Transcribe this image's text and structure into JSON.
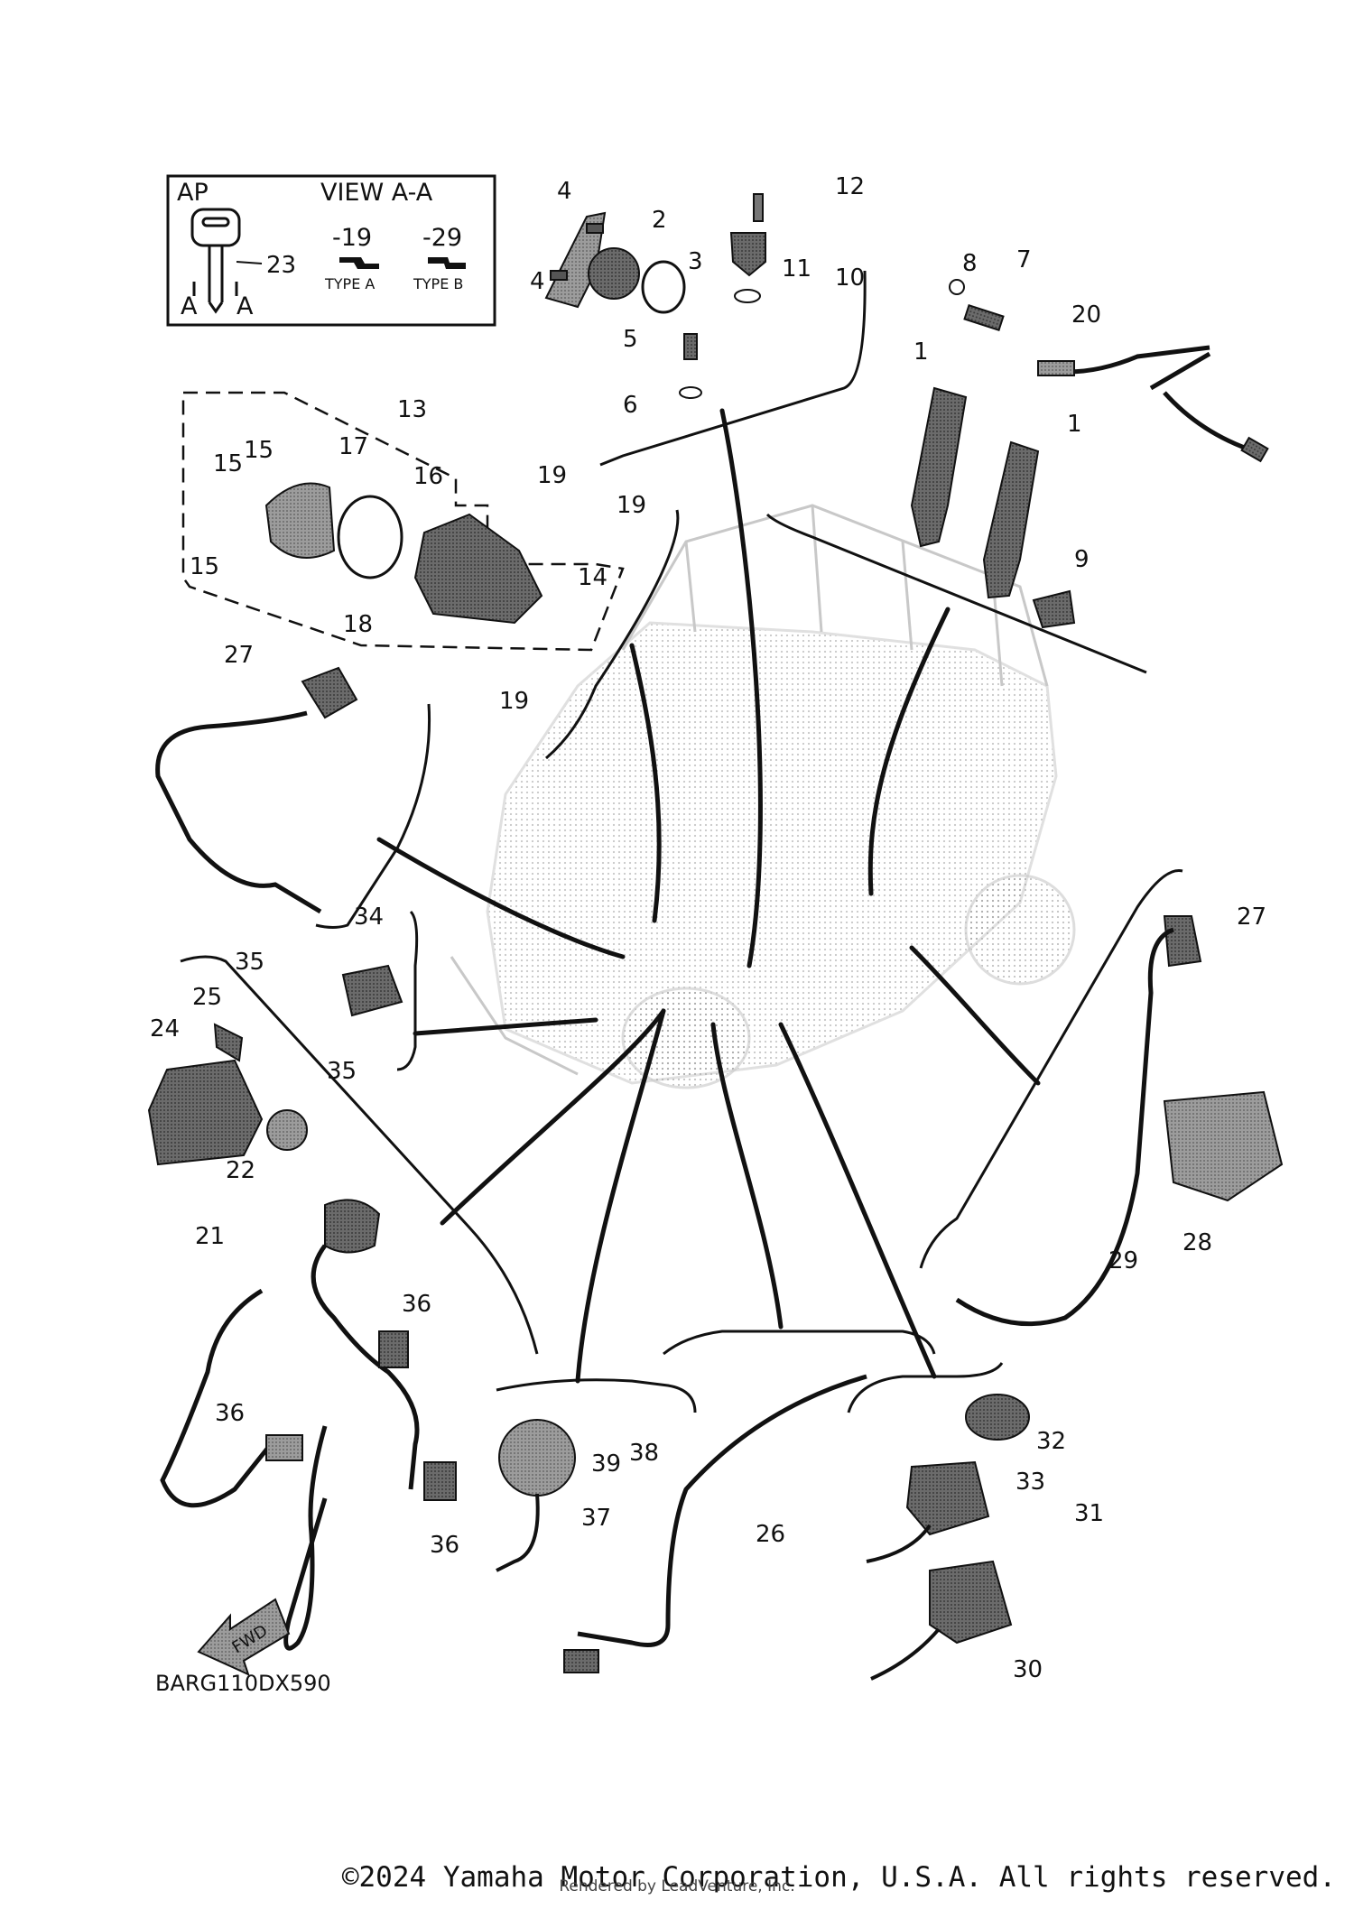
{
  "inset": {
    "ap": "AP",
    "view": "VIEW A-A",
    "key_part": "23",
    "section_letter": "A",
    "type_a_num": "-19",
    "type_b_num": "-29",
    "type_a": "TYPE A",
    "type_b": "TYPE B"
  },
  "callouts": [
    "1",
    "2",
    "3",
    "4",
    "5",
    "6",
    "7",
    "8",
    "9",
    "10",
    "11",
    "12",
    "13",
    "14",
    "15",
    "16",
    "17",
    "18",
    "19",
    "20",
    "21",
    "22",
    "23",
    "24",
    "25",
    "26",
    "27",
    "28",
    "29",
    "30",
    "31",
    "32",
    "33",
    "34",
    "35",
    "36",
    "37",
    "38",
    "39"
  ],
  "arrow_label": "FWD",
  "diagram_code": "BARG110DX590",
  "copyright": "©2024 Yamaha Motor Corporation, U.S.A. All rights reserved.",
  "rendered_by": "Rendered by LeadVenture, Inc."
}
